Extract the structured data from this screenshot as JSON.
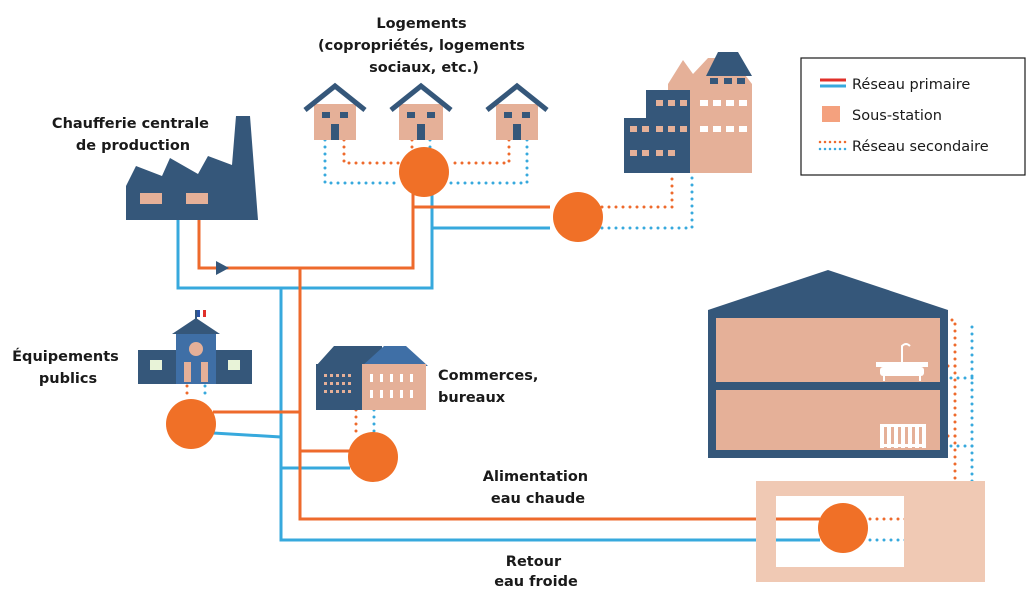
{
  "colors": {
    "primary_hot": "#ee6a2c",
    "primary_cold": "#37a9dd",
    "building": "#35577a",
    "wall": "#e5b098",
    "substation": "#f07027",
    "substation_area": "#f0c9b4"
  },
  "labels": {
    "housing": [
      "Logements",
      "(copropriétés, logements",
      "sociaux, etc.)"
    ],
    "plant": [
      "Chaufferie centrale",
      "de production"
    ],
    "public": [
      "Équipements",
      "publics"
    ],
    "shops": [
      "Commerces,",
      "bureaux"
    ],
    "hot_supply": [
      "Alimentation",
      "eau chaude"
    ],
    "cold_return": [
      "Retour",
      "eau froide"
    ]
  },
  "legend": {
    "primary": "Réseau primaire",
    "substation": "Sous-station",
    "secondary": "Réseau secondaire"
  },
  "icons": [
    "factory-icon",
    "house-icon",
    "apartment-building-icon",
    "town-hall-icon",
    "office-building-icon",
    "bathtub-icon",
    "radiator-icon",
    "flag-icon"
  ]
}
